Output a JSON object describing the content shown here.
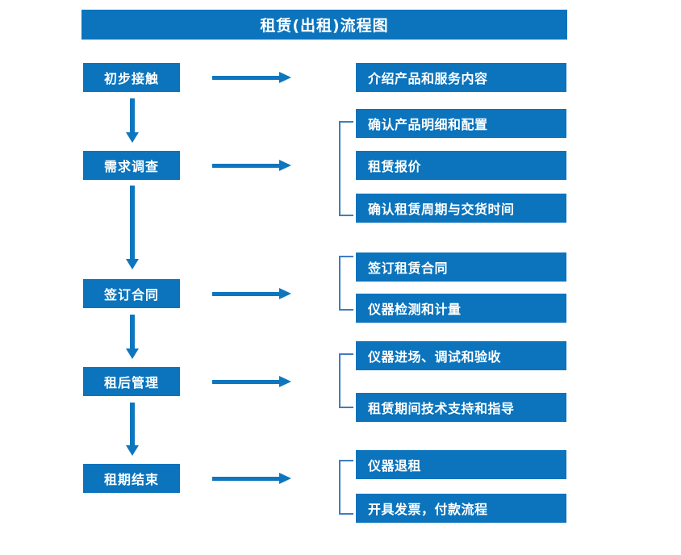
{
  "diagram": {
    "title": "租赁(出租)流程图",
    "theme_color": "#0b74bd",
    "arrow_color": "#0e76bf",
    "bracket_color": "#3f7cc4",
    "text_color": "#ffffff"
  },
  "stages": [
    {
      "label": "初步接触"
    },
    {
      "label": "需求调查"
    },
    {
      "label": "签订合同"
    },
    {
      "label": "租后管理"
    },
    {
      "label": "租期结束"
    }
  ],
  "details": [
    {
      "label": "介绍产品和服务内容"
    },
    {
      "label": "确认产品明细和配置"
    },
    {
      "label": "租赁报价"
    },
    {
      "label": "确认租赁周期与交货时间"
    },
    {
      "label": "签订租赁合同"
    },
    {
      "label": "仪器检测和计量"
    },
    {
      "label": "仪器进场、调试和验收"
    },
    {
      "label": "租赁期间技术支持和指导"
    },
    {
      "label": "仪器退租"
    },
    {
      "label": "开具发票，付款流程"
    }
  ]
}
